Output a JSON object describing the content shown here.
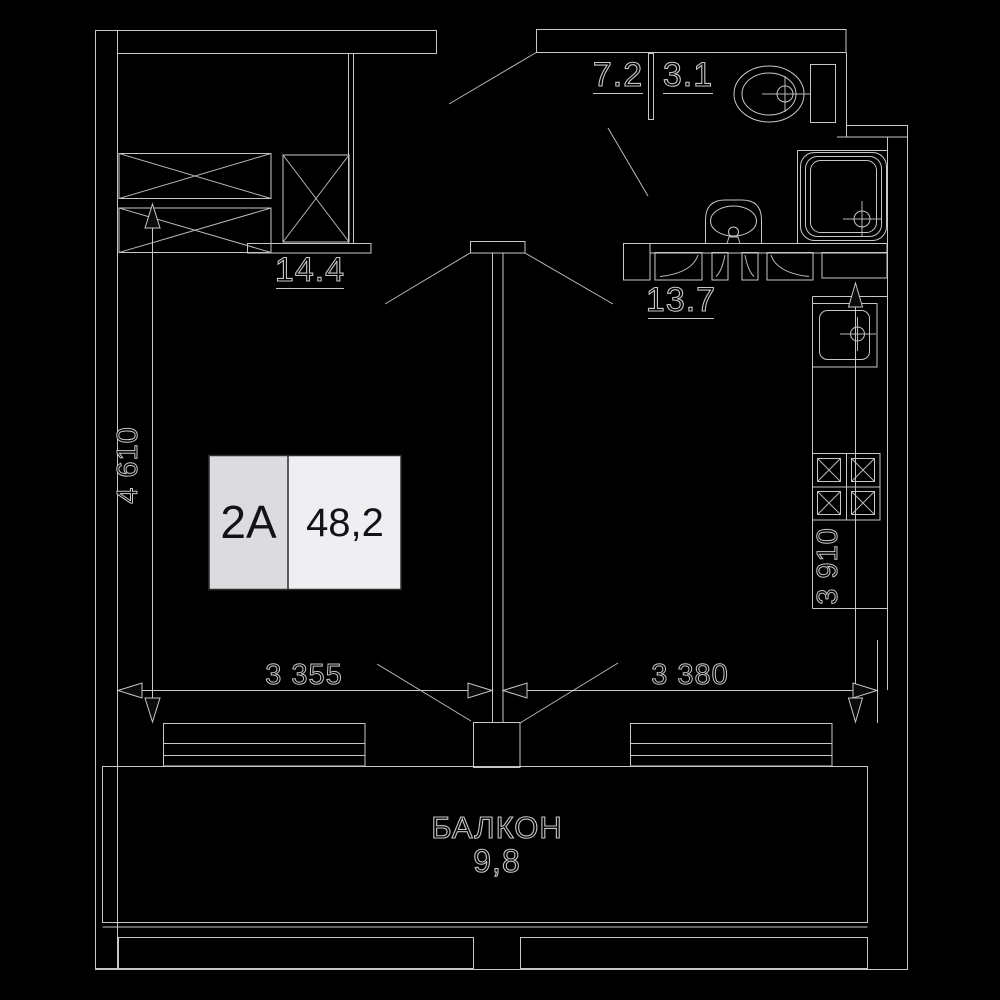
{
  "unit": {
    "code": "2A",
    "total_area": "48,2"
  },
  "rooms": {
    "living": {
      "area": "14.4"
    },
    "hallway": {
      "area": "7.2"
    },
    "bathroom": {
      "area": "3.1"
    },
    "kitchen": {
      "area": "13.7"
    },
    "balcony": {
      "name": "БАЛКОН",
      "area": "9,8"
    }
  },
  "dimensions": {
    "left_height": "4 610",
    "right_height": "3 910",
    "bottom_left_width": "3 355",
    "bottom_right_width": "3 380"
  },
  "colors": {
    "background": "#000000",
    "line": "#c7c7cb",
    "wall_fill": "#000000",
    "unit_box_left": "#dcdcdf",
    "unit_box_right": "#efeff1",
    "unit_text": "#131316"
  }
}
